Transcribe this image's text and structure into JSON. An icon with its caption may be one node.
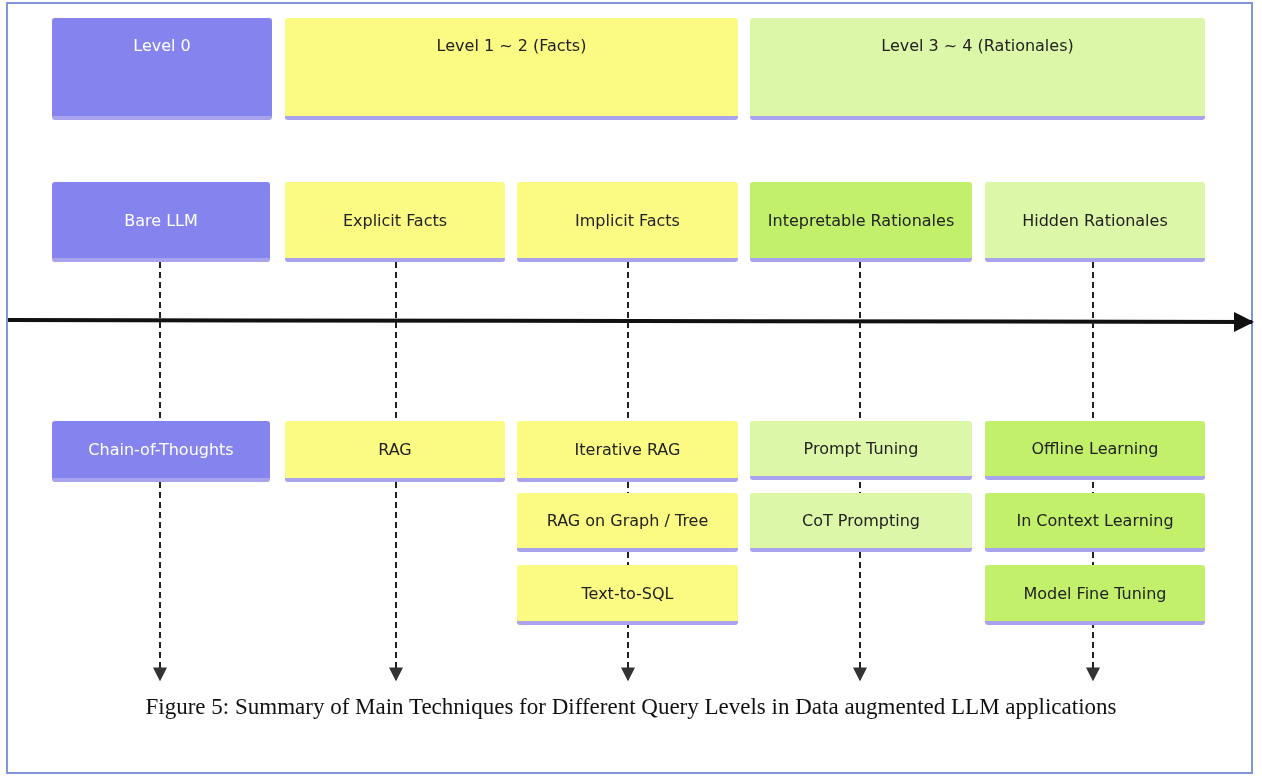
{
  "diagram": {
    "caption": "Figure 5: Summary of Main Techniques for Different Query Levels in Data augmented LLM applications",
    "nodes": [
      {
        "text": [
          "Level 0"
        ]
      },
      {
        "text": [
          "Level 1 ~ 2 (Facts)"
        ]
      },
      {
        "text": [
          "Level 3 ~ 4 (Rationales)"
        ]
      },
      {
        "text": [
          "Bare LLM"
        ]
      },
      {
        "text": [
          "Explicit Facts"
        ]
      },
      {
        "text": [
          "Implicit Facts"
        ]
      },
      {
        "text": [
          "Intepretable Rationales"
        ]
      },
      {
        "text": [
          "Hidden Rationales"
        ]
      },
      {
        "text": [
          "Chain-of-Thoughts"
        ]
      },
      {
        "text": [
          "RAG"
        ]
      },
      {
        "text": [
          "Iterative RAG"
        ]
      },
      {
        "text": [
          "RAG on Graph / Tree"
        ]
      },
      {
        "text": [
          "Text-to-SQL"
        ]
      },
      {
        "text": [
          "Prompt Tuning"
        ]
      },
      {
        "text": [
          "CoT Prompting"
        ]
      },
      {
        "text": [
          "Offline Learning"
        ]
      },
      {
        "text": [
          "In Context Learning"
        ]
      },
      {
        "text": [
          "Model Fine Tuning"
        ]
      }
    ],
    "edges": [
      {
        "from": 3,
        "to": null,
        "arrow": "to",
        "style": "dashed"
      },
      {
        "from": 4,
        "to": null,
        "arrow": "to",
        "style": "dashed"
      },
      {
        "from": 5,
        "to": null,
        "arrow": "to",
        "style": "dashed"
      },
      {
        "from": 6,
        "to": null,
        "arrow": "to",
        "style": "dashed"
      },
      {
        "from": 7,
        "to": null,
        "arrow": "to",
        "style": "dashed"
      }
    ]
  }
}
